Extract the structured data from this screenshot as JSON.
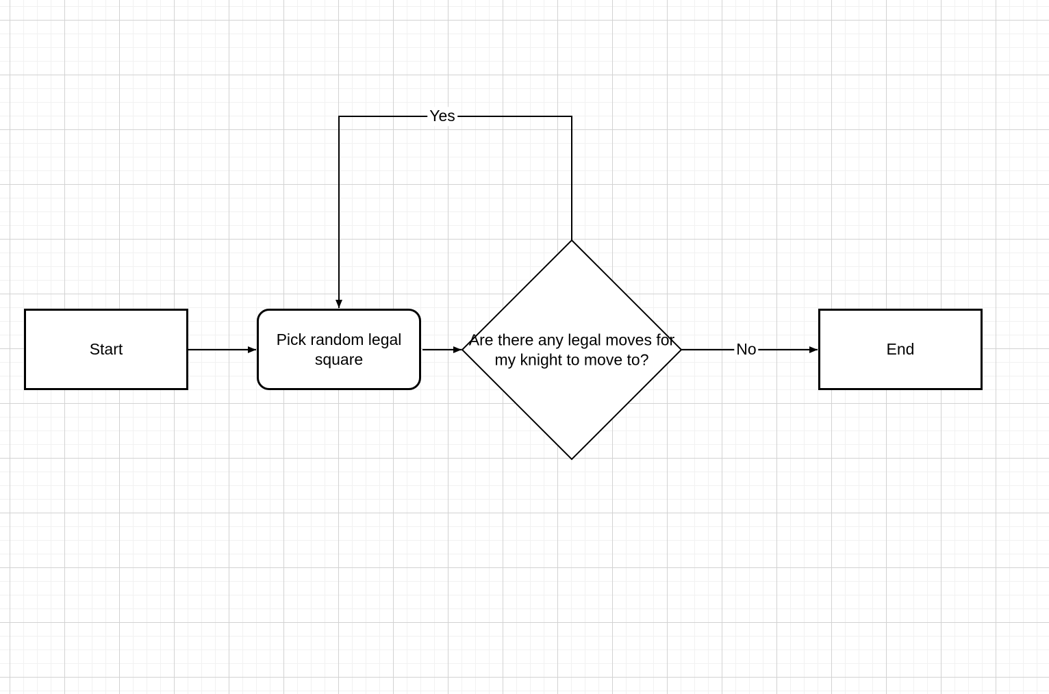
{
  "canvas": {
    "background_color": "#ffffff",
    "grid_minor_color": "#f1f1f1",
    "grid_major_color": "#d2d2d2",
    "stroke_color": "#000000",
    "node_fill_color": "#ffffff",
    "text_color": "#000000"
  },
  "flowchart": {
    "nodes": [
      {
        "id": "start",
        "shape": "rectangle",
        "label": "Start"
      },
      {
        "id": "pick-random-legal-square",
        "shape": "rounded-rectangle",
        "label": "Pick random legal square"
      },
      {
        "id": "legal-moves-decision",
        "shape": "diamond",
        "label": "Are there any legal moves for my knight to move to?"
      },
      {
        "id": "end",
        "shape": "rectangle",
        "label": "End"
      }
    ],
    "edges": [
      {
        "id": "start-to-pick",
        "from": "start",
        "to": "pick-random-legal-square",
        "label": ""
      },
      {
        "id": "pick-to-decision",
        "from": "pick-random-legal-square",
        "to": "legal-moves-decision",
        "label": ""
      },
      {
        "id": "decision-to-end",
        "from": "legal-moves-decision",
        "to": "end",
        "label": "No"
      },
      {
        "id": "decision-to-pick-loop",
        "from": "legal-moves-decision",
        "to": "pick-random-legal-square",
        "label": "Yes"
      }
    ]
  }
}
